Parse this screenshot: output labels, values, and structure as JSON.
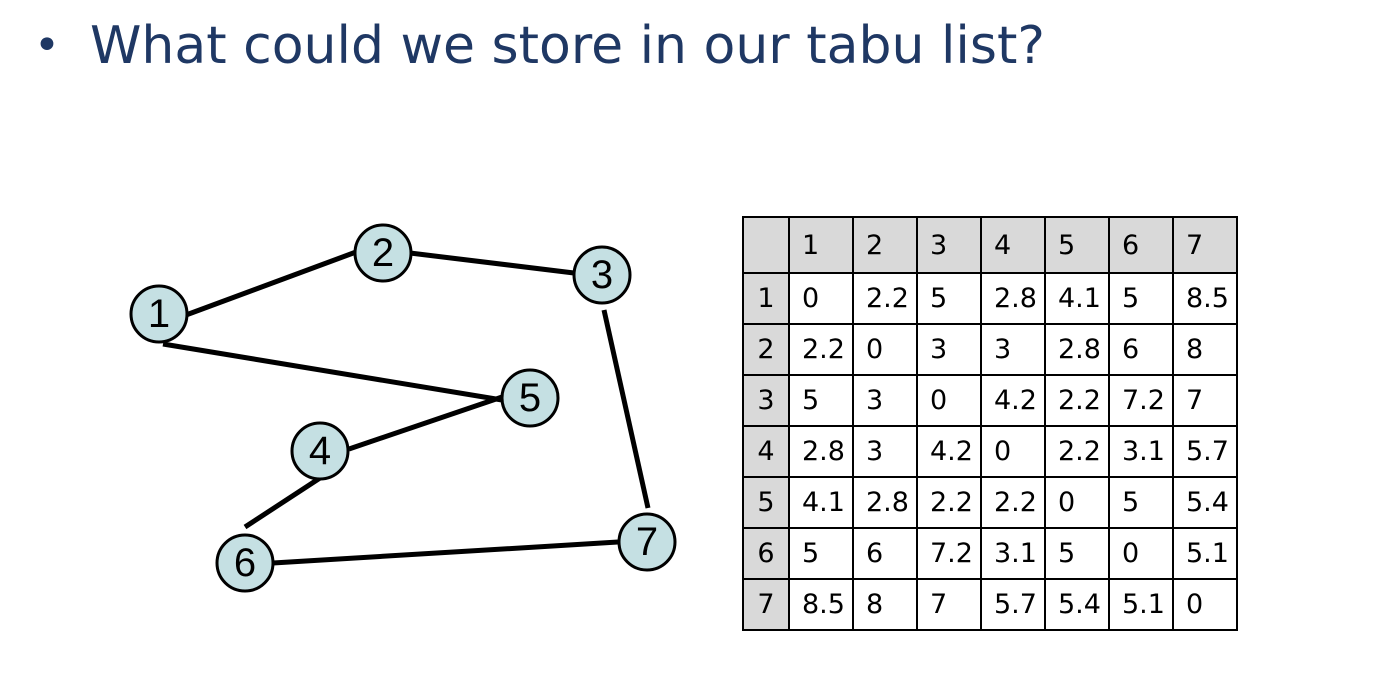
{
  "slide": {
    "bullet": "•",
    "title": "What could we store in our tabu list?"
  },
  "graph": {
    "nodes": [
      "1",
      "2",
      "3",
      "4",
      "5",
      "6",
      "7"
    ],
    "edges": [
      [
        "1",
        "2"
      ],
      [
        "2",
        "3"
      ],
      [
        "3",
        "7"
      ],
      [
        "7",
        "6"
      ],
      [
        "6",
        "4"
      ],
      [
        "4",
        "5"
      ],
      [
        "5",
        "1"
      ]
    ],
    "colors": {
      "node_fill": "#c5e0e3",
      "node_stroke": "#000000",
      "edge": "#000000"
    }
  },
  "distance_table": {
    "header_fill": "#d9d9d9",
    "columns": [
      "1",
      "2",
      "3",
      "4",
      "5",
      "6",
      "7"
    ],
    "rows": [
      {
        "label": "1",
        "values": [
          "0",
          "2.2",
          "5",
          "2.8",
          "4.1",
          "5",
          "8.5"
        ]
      },
      {
        "label": "2",
        "values": [
          "2.2",
          "0",
          "3",
          "3",
          "2.8",
          "6",
          "8"
        ]
      },
      {
        "label": "3",
        "values": [
          "5",
          "3",
          "0",
          "4.2",
          "2.2",
          "7.2",
          "7"
        ]
      },
      {
        "label": "4",
        "values": [
          "2.8",
          "3",
          "4.2",
          "0",
          "2.2",
          "3.1",
          "5.7"
        ]
      },
      {
        "label": "5",
        "values": [
          "4.1",
          "2.8",
          "2.2",
          "2.2",
          "0",
          "5",
          "5.4"
        ]
      },
      {
        "label": "6",
        "values": [
          "5",
          "6",
          "7.2",
          "3.1",
          "5",
          "0",
          "5.1"
        ]
      },
      {
        "label": "7",
        "values": [
          "8.5",
          "8",
          "7",
          "5.7",
          "5.4",
          "5.1",
          "0"
        ]
      }
    ]
  }
}
